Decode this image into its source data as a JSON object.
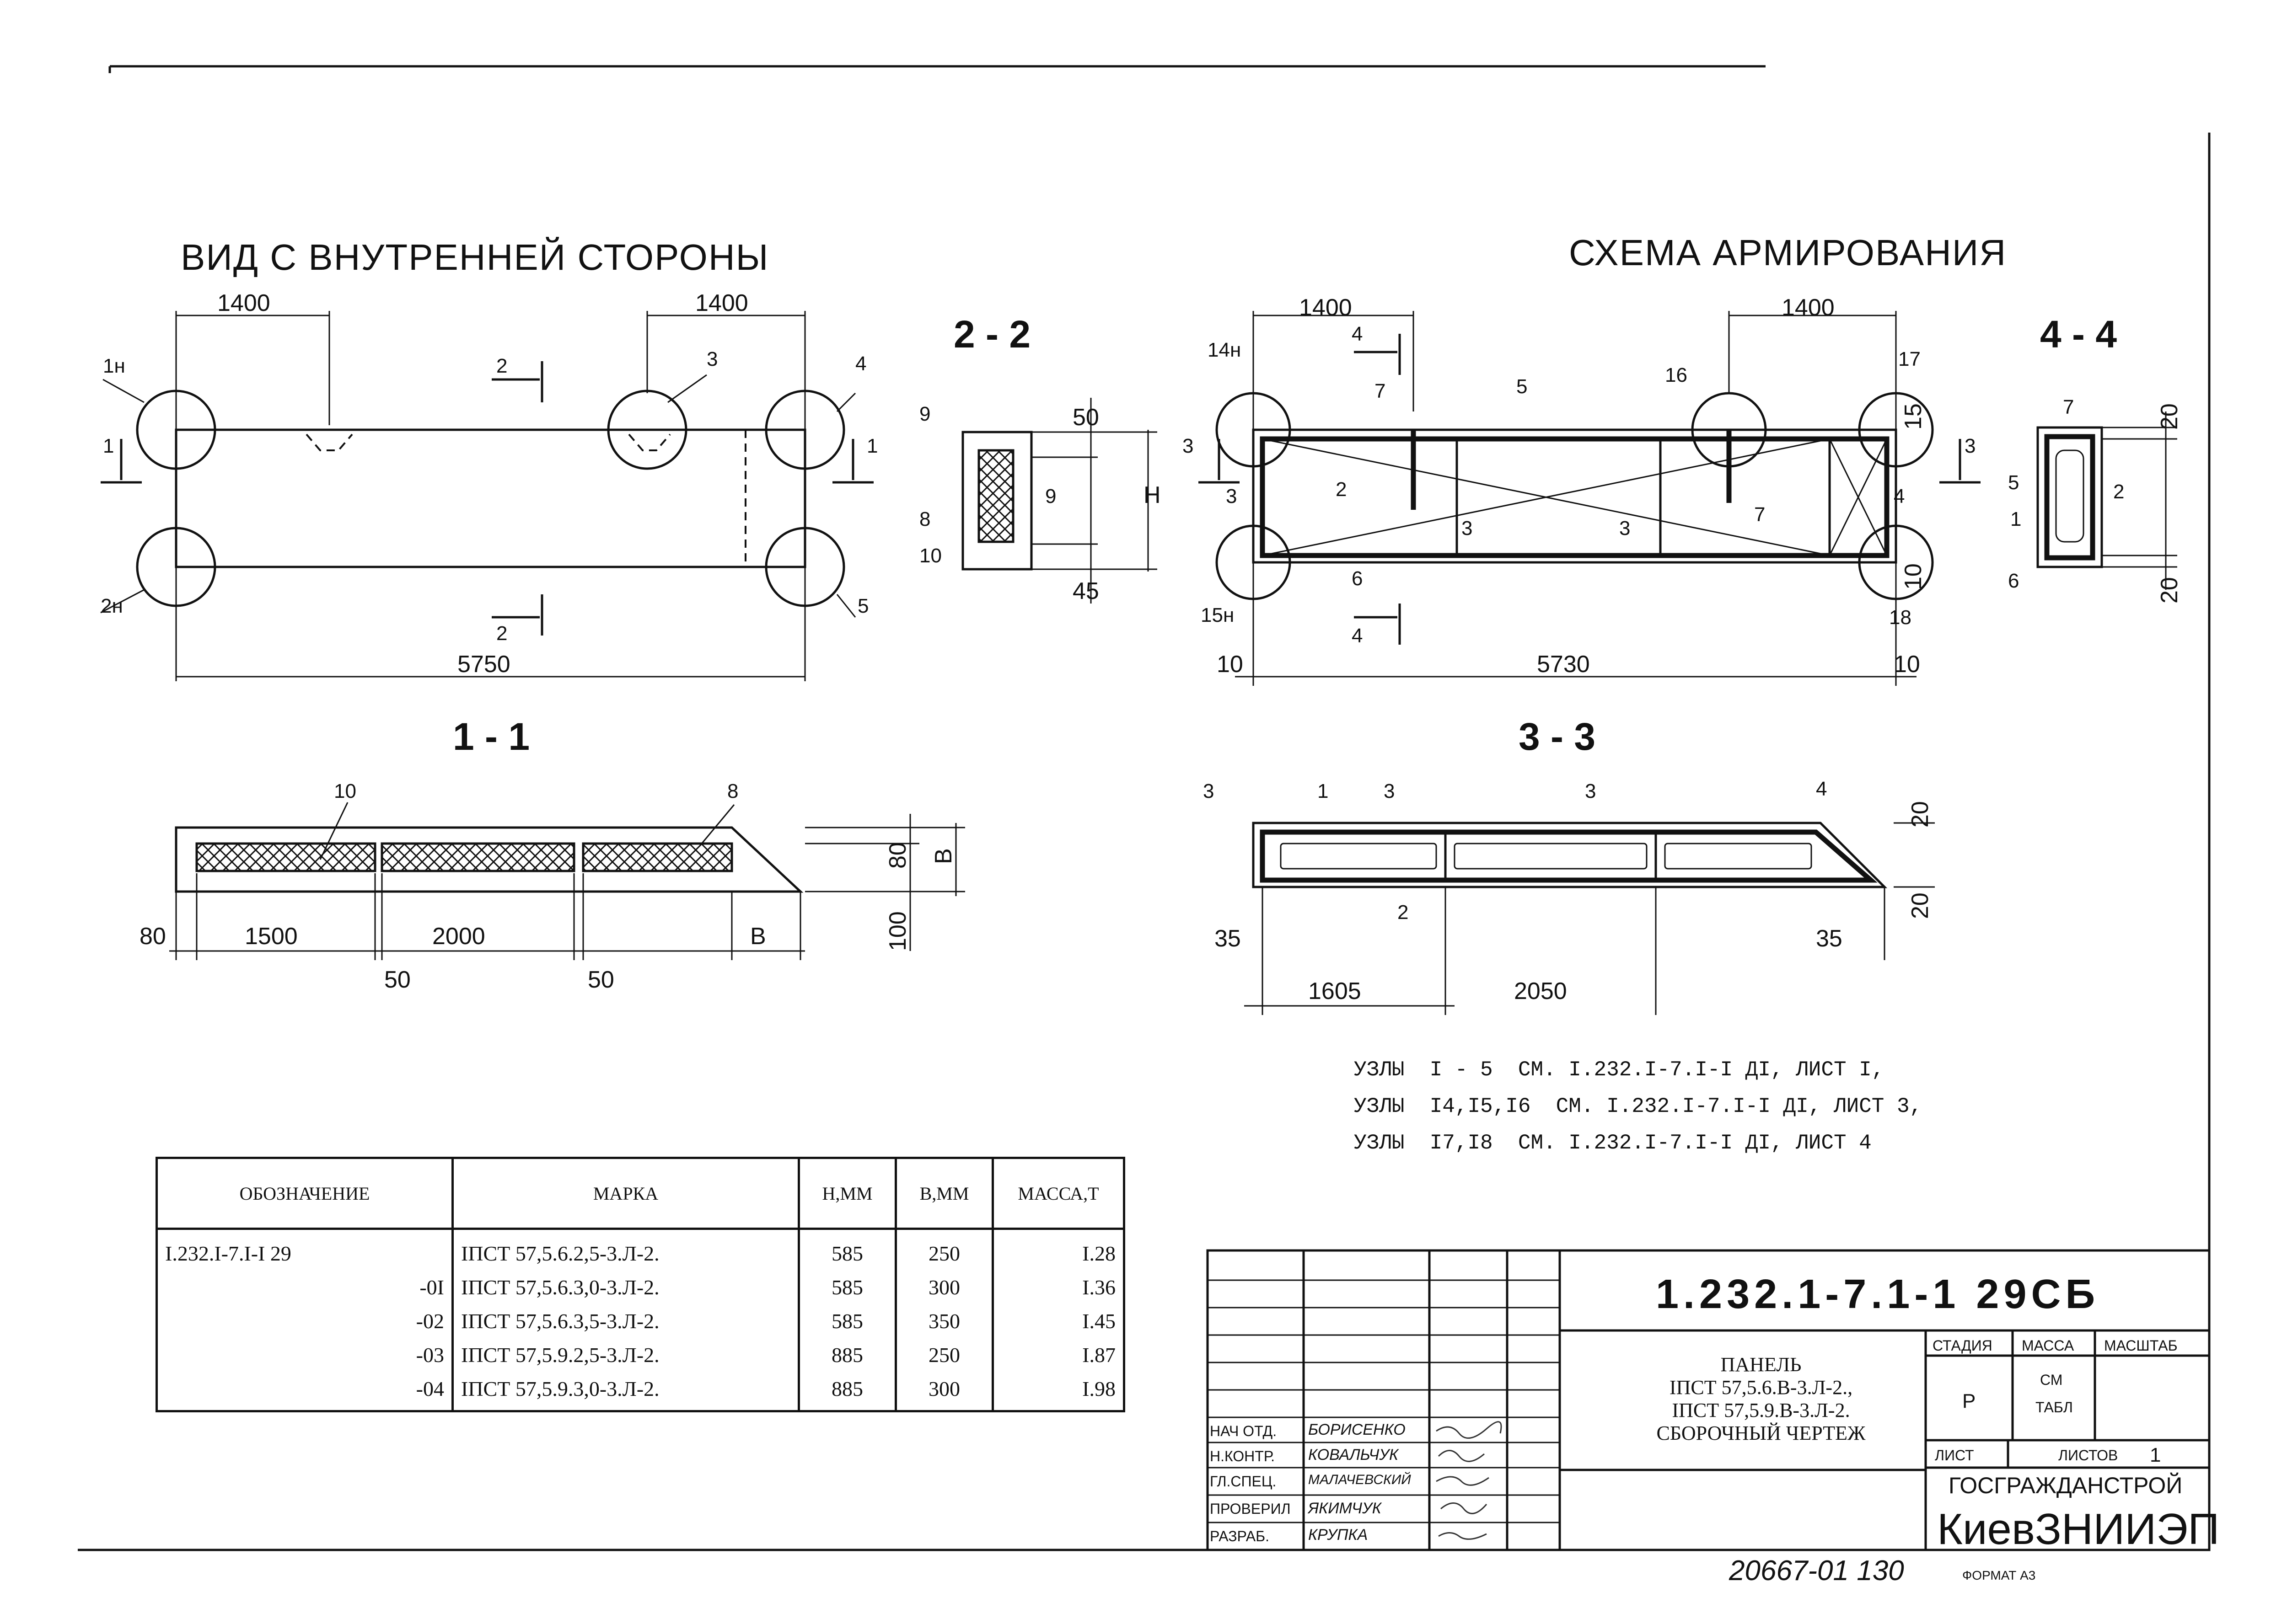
{
  "views": {
    "inner_view_title": "ВИД С ВНУТРЕННЕЙ СТОРОНЫ",
    "reinforcement_title": "СХЕМА АРМИРОВАНИЯ",
    "sec_11": "1 - 1",
    "sec_22": "2 - 2",
    "sec_33": "3 - 3",
    "sec_44": "4 - 4"
  },
  "dims": {
    "d1400": "1400",
    "d5750": "5750",
    "d5730": "5730",
    "d10": "10",
    "d50": "50",
    "d45": "45",
    "dH": "H",
    "dB": "B",
    "d80": "80",
    "d100": "100",
    "d1500": "1500",
    "d2000": "2000",
    "d20": "20",
    "d15": "15",
    "d35": "35",
    "d1605": "1605",
    "d2050": "2050"
  },
  "labels": {
    "n1h": "1н",
    "n2h": "2н",
    "n14h": "14н",
    "n15h": "15н",
    "n1": "1",
    "n2": "2",
    "n3": "3",
    "n4": "4",
    "n5": "5",
    "n6": "6",
    "n7": "7",
    "n8": "8",
    "n9": "9",
    "n10": "10",
    "n16": "16",
    "n17": "17",
    "n18": "18"
  },
  "nodes_note": [
    "УЗЛЫ  I - 5  СМ. I.232.I-7.I-I ДI, ЛИСТ I,",
    "УЗЛЫ  I4,I5,I6  СМ. I.232.I-7.I-I ДI, ЛИСТ 3,",
    "УЗЛЫ  I7,I8  СМ. I.232.I-7.I-I ДI, ЛИСТ 4"
  ],
  "spec_table": {
    "headers": [
      "ОБОЗНАЧЕНИЕ",
      "МАРКА",
      "Н,ММ",
      "В,ММ",
      "МАССА,Т"
    ],
    "rows": [
      [
        "I.232.I-7.I-I 29",
        "IПСТ 57,5.6.2,5-3.Л-2.",
        "585",
        "250",
        "I.28"
      ],
      [
        "-0I",
        "IПСТ 57,5.6.3,0-3.Л-2.",
        "585",
        "300",
        "I.36"
      ],
      [
        "-02",
        "IПСТ 57,5.6.3,5-3.Л-2.",
        "585",
        "350",
        "I.45"
      ],
      [
        "-03",
        "IПСТ 57,5.9.2,5-3.Л-2.",
        "885",
        "250",
        "I.87"
      ],
      [
        "-04",
        "IПСТ 57,5.9.3,0-3.Л-2.",
        "885",
        "300",
        "I.98"
      ]
    ]
  },
  "title_block": {
    "code": "1.232.1-7.1-1 29СБ",
    "title_lines": [
      "ПАНЕЛЬ",
      "IПСТ 57,5.6.В-3.Л-2.,",
      "IПСТ 57,5.9.В-3.Л-2.",
      "СБОРОЧНЫЙ ЧЕРТЕЖ"
    ],
    "stage_label": "СТАДИЯ",
    "mass_label": "МАССА",
    "scale_label": "МАСШТАБ",
    "stage": "Р",
    "mass_value_1": "СМ",
    "mass_value_2": "ТАБЛ",
    "sheet_label": "ЛИСТ",
    "sheets_label": "ЛИСТОВ",
    "sheets": "1",
    "org_line1": "ГОСГРАЖДАНСТРОЙ",
    "org_line2": "КиевЗНИИЭП",
    "roles": [
      "НАЧ ОТД.",
      "Н.КОНТР.",
      "ГЛ.СПЕЦ.",
      "ПРОВЕРИЛ",
      "РАЗРАБ."
    ],
    "names": [
      "БОРИСЕНКО",
      "КОВАЛЬЧУК",
      "МАЛАЧЕВСКИЙ",
      "ЯКИМЧУК",
      "КРУПКА"
    ]
  },
  "doc_number": "20667-01 130",
  "format_note": "ФОРМАТ А3"
}
